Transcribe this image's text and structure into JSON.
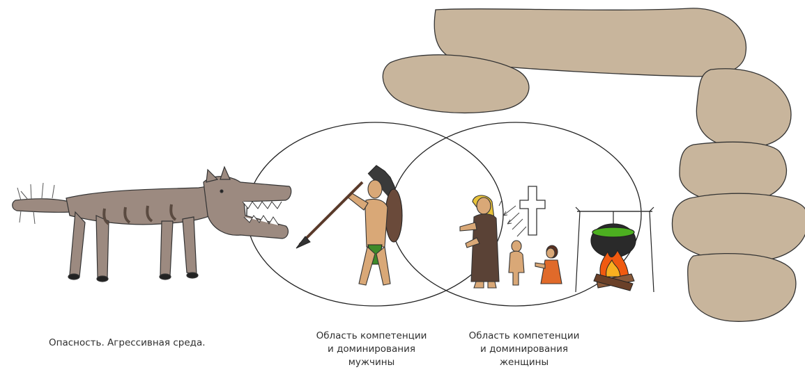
{
  "captions": {
    "danger": "Опасность. Агрессивная среда.",
    "men": [
      "Область компетенции",
      "и доминирования",
      "мужчины"
    ],
    "women": [
      "Область компетенции",
      "и доминирования",
      "женщины"
    ]
  },
  "colors": {
    "rock": "#c8b59c",
    "wolf": "#9c8a80",
    "wolf_stripes": "#5a4a40",
    "skin": "#d9a877",
    "dress": "#5a4236",
    "girl_dress": "#e06a2a",
    "fire": "#f05a10",
    "pot": "#2a2a2a",
    "soup": "#4caf20",
    "outline": "#333333"
  },
  "icons": [
    "wolf-icon",
    "hunter-icon",
    "spear-icon",
    "shield-icon",
    "woman-icon",
    "child-icon",
    "girl-icon",
    "cross-icon",
    "cauldron-icon",
    "fire-icon",
    "cave-rocks-icon"
  ]
}
